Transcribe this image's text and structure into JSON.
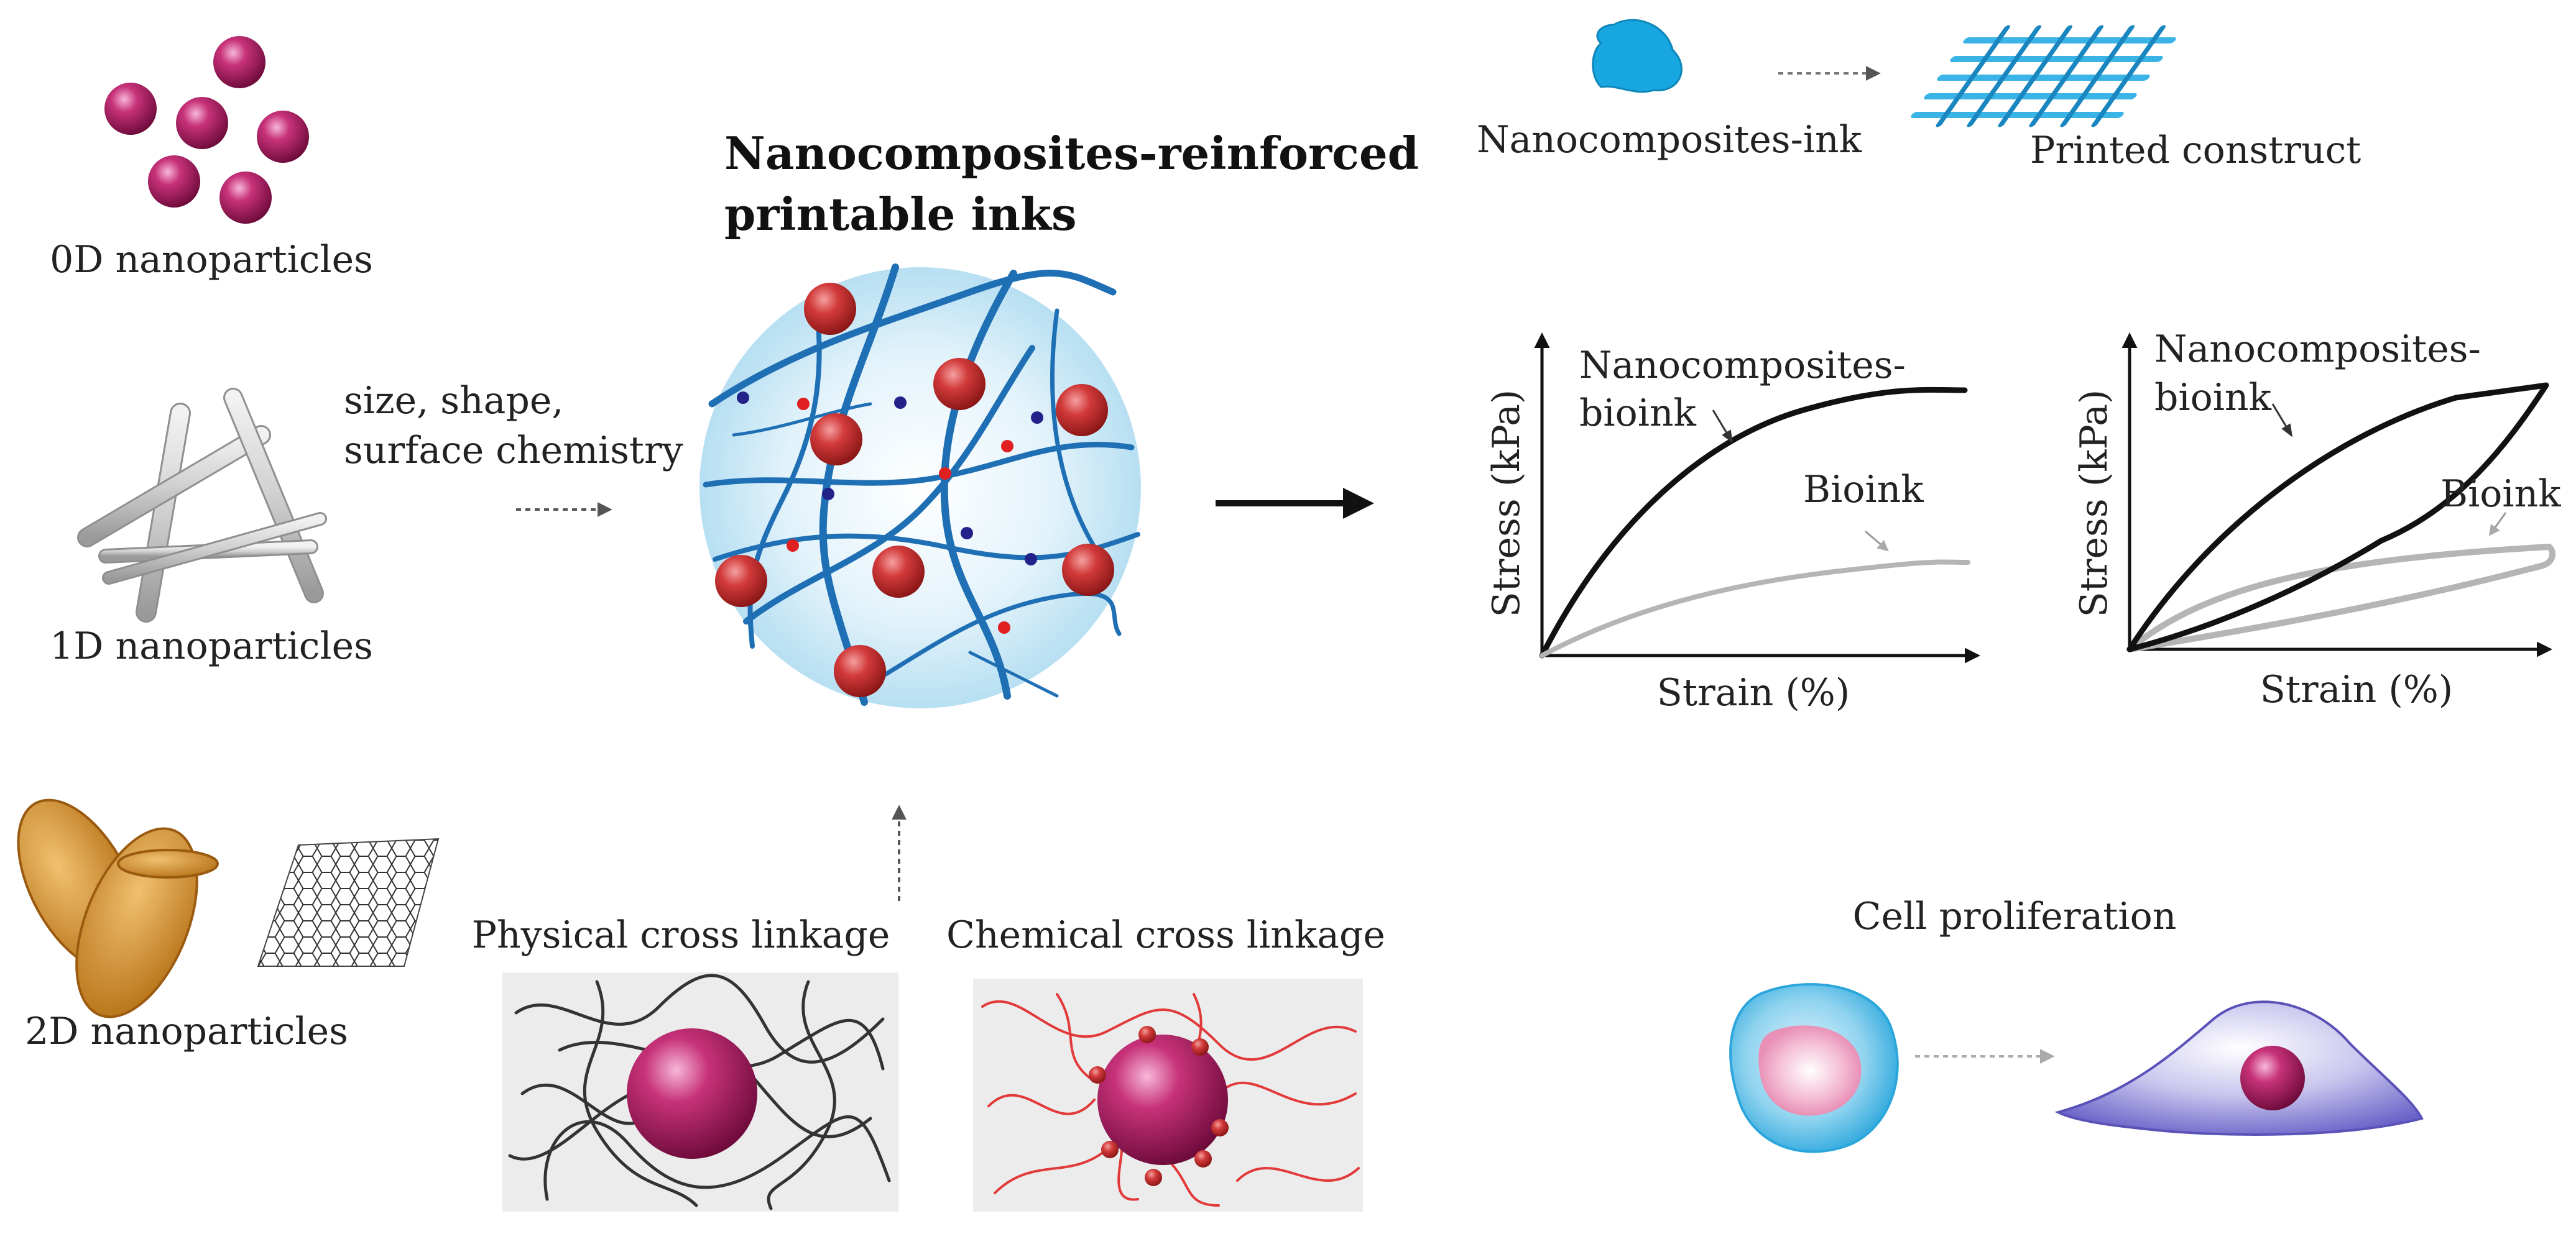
{
  "title_line1": "Nanocomposites-reinforced",
  "title_line2": "printable inks",
  "nanoparticles": {
    "zero_d": "0D nanoparticles",
    "one_d": "1D nanoparticles",
    "two_d": "2D nanoparticles"
  },
  "tuning": {
    "line1": "size, shape,",
    "line2": "surface chemistry"
  },
  "crosslinks": {
    "physical": "Physical cross linkage",
    "chemical": "Chemical cross linkage"
  },
  "printing": {
    "ink": "Nanocomposites-ink",
    "construct": "Printed construct"
  },
  "charts": [
    {
      "type": "line",
      "xlabel": "Strain (%)",
      "ylabel": "Stress (kPa)",
      "series": [
        {
          "name_line1": "Nanocomposites-",
          "name_line2": "bioink",
          "color": "#111111"
        },
        {
          "name": "Bioink",
          "color": "#b5b5b5"
        }
      ]
    },
    {
      "type": "line",
      "xlabel": "Strain (%)",
      "ylabel": "Stress (kPa)",
      "series": [
        {
          "name_line1": "Nanocomposites-",
          "name_line2": "bioink",
          "color": "#111111"
        },
        {
          "name": "Bioink",
          "color": "#b5b5b5"
        }
      ]
    }
  ],
  "cell": {
    "label": "Cell proliferation"
  },
  "colors": {
    "particle": "#b01e67",
    "fiber": "#1f6fb5",
    "sphere_bg": "#cfeaf7",
    "disk": "#d28c2e",
    "ink": "#17a6e0",
    "red_strand": "#e23a3a"
  }
}
